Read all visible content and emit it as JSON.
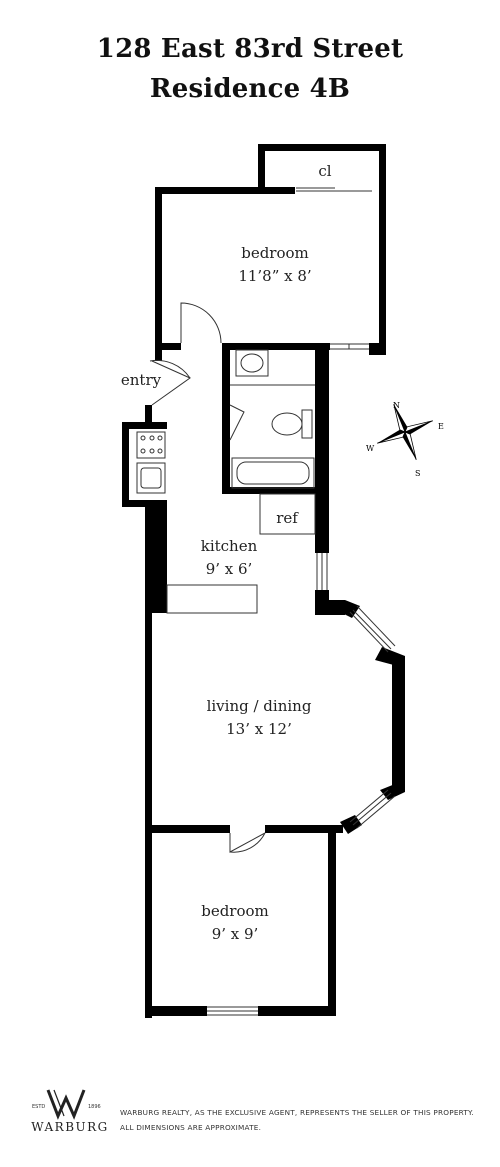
{
  "header": {
    "address": "128 East 83rd Street",
    "unit": "Residence 4B"
  },
  "rooms": {
    "bedroom1": {
      "label": "bedroom",
      "dims": "11’8” x 8’"
    },
    "closet": {
      "label": "cl"
    },
    "entry": {
      "label": "entry"
    },
    "ref": {
      "label": "ref"
    },
    "kitchen": {
      "label": "kitchen",
      "dims": "9’ x 6’"
    },
    "living": {
      "label": "living / dining",
      "dims": "13’ x 12’"
    },
    "bedroom2": {
      "label": "bedroom",
      "dims": "9’ x 9’"
    }
  },
  "compass": {
    "n": "N",
    "e": "E",
    "s": "S",
    "w": "W"
  },
  "footer": {
    "logo_word": "WARBURG",
    "estd": "ESTD",
    "year": "1896",
    "disclaimer_1": "WARBURG REALTY, AS THE EXCLUSIVE AGENT, REPRESENTS THE SELLER OF THIS PROPERTY.",
    "disclaimer_2": "ALL DIMENSIONS ARE APPROXIMATE."
  },
  "colors": {
    "wall": "#000000",
    "line": "#333333"
  }
}
